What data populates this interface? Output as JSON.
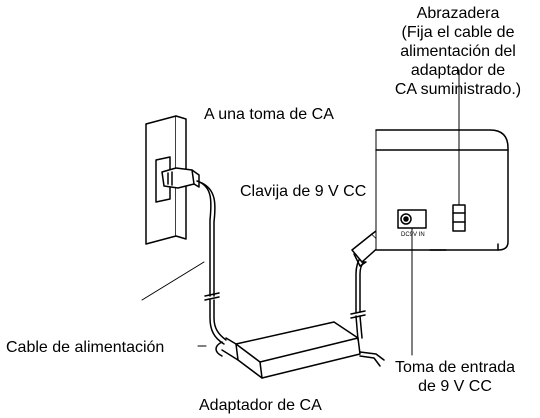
{
  "labels": {
    "clamp": {
      "lines": [
        "Abrazadera",
        "(Fija el cable de",
        "alimentación del",
        "adaptador de",
        "CA suministrado.)"
      ]
    },
    "outlet": "A una toma de CA",
    "plug": "Clavija de 9 V CC",
    "power_cord": "Cable de alimentación",
    "jack": {
      "lines": [
        "Toma de entrada",
        "de 9 V CC"
      ]
    },
    "adapter": "Adaptador de CA"
  },
  "device_panel": {
    "jack_marking": "DC9V IN"
  },
  "colors": {
    "line": "#000000",
    "fill": "#ffffff"
  }
}
